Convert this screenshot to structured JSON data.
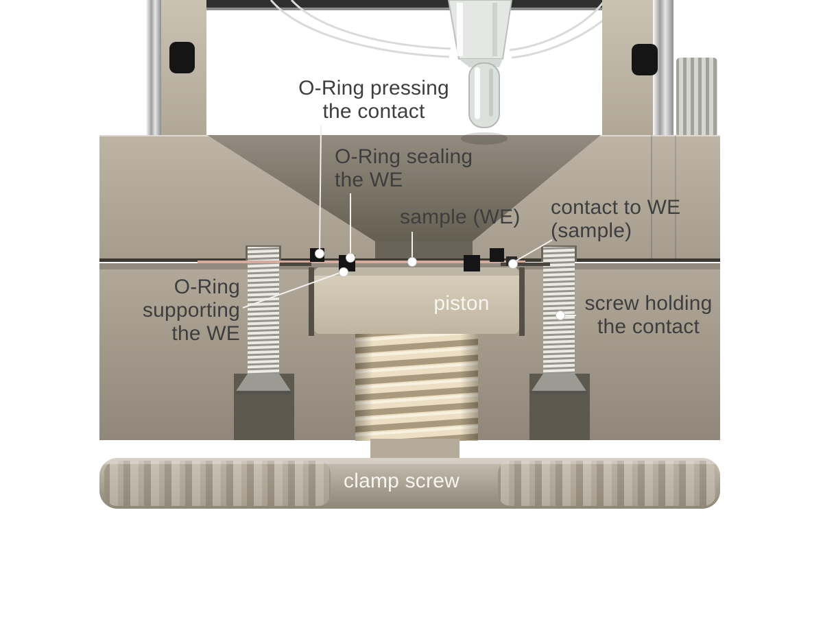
{
  "diagram": {
    "type": "annotated-cross-section",
    "subject": "electrochemical cell clamp assembly cross-section",
    "labels": {
      "oring_pressing": "O-Ring pressing\nthe contact",
      "oring_sealing": "O-Ring sealing\nthe WE",
      "sample_we": "sample (WE)",
      "contact_to_we": "contact to WE\n(sample)",
      "oring_supporting": "O-Ring\nsupporting\nthe WE",
      "piston": "piston",
      "screw_holding": "screw holding\nthe contact",
      "clamp_screw": "clamp screw"
    },
    "palette": {
      "background": "#ffffff",
      "body_beige": "#b3aa9b",
      "body_dark": "#6b6557",
      "piston_beige": "#d2c9b8",
      "thread_cream": "#ecdfc4",
      "metal_gray": "#c9c9c4",
      "oring_black": "#151515",
      "sample_salmon": "#d8ab9f",
      "glass_gray": "#e4e7e4",
      "label_dark": "#3e3e3e",
      "label_light": "#f8f5ee"
    }
  }
}
